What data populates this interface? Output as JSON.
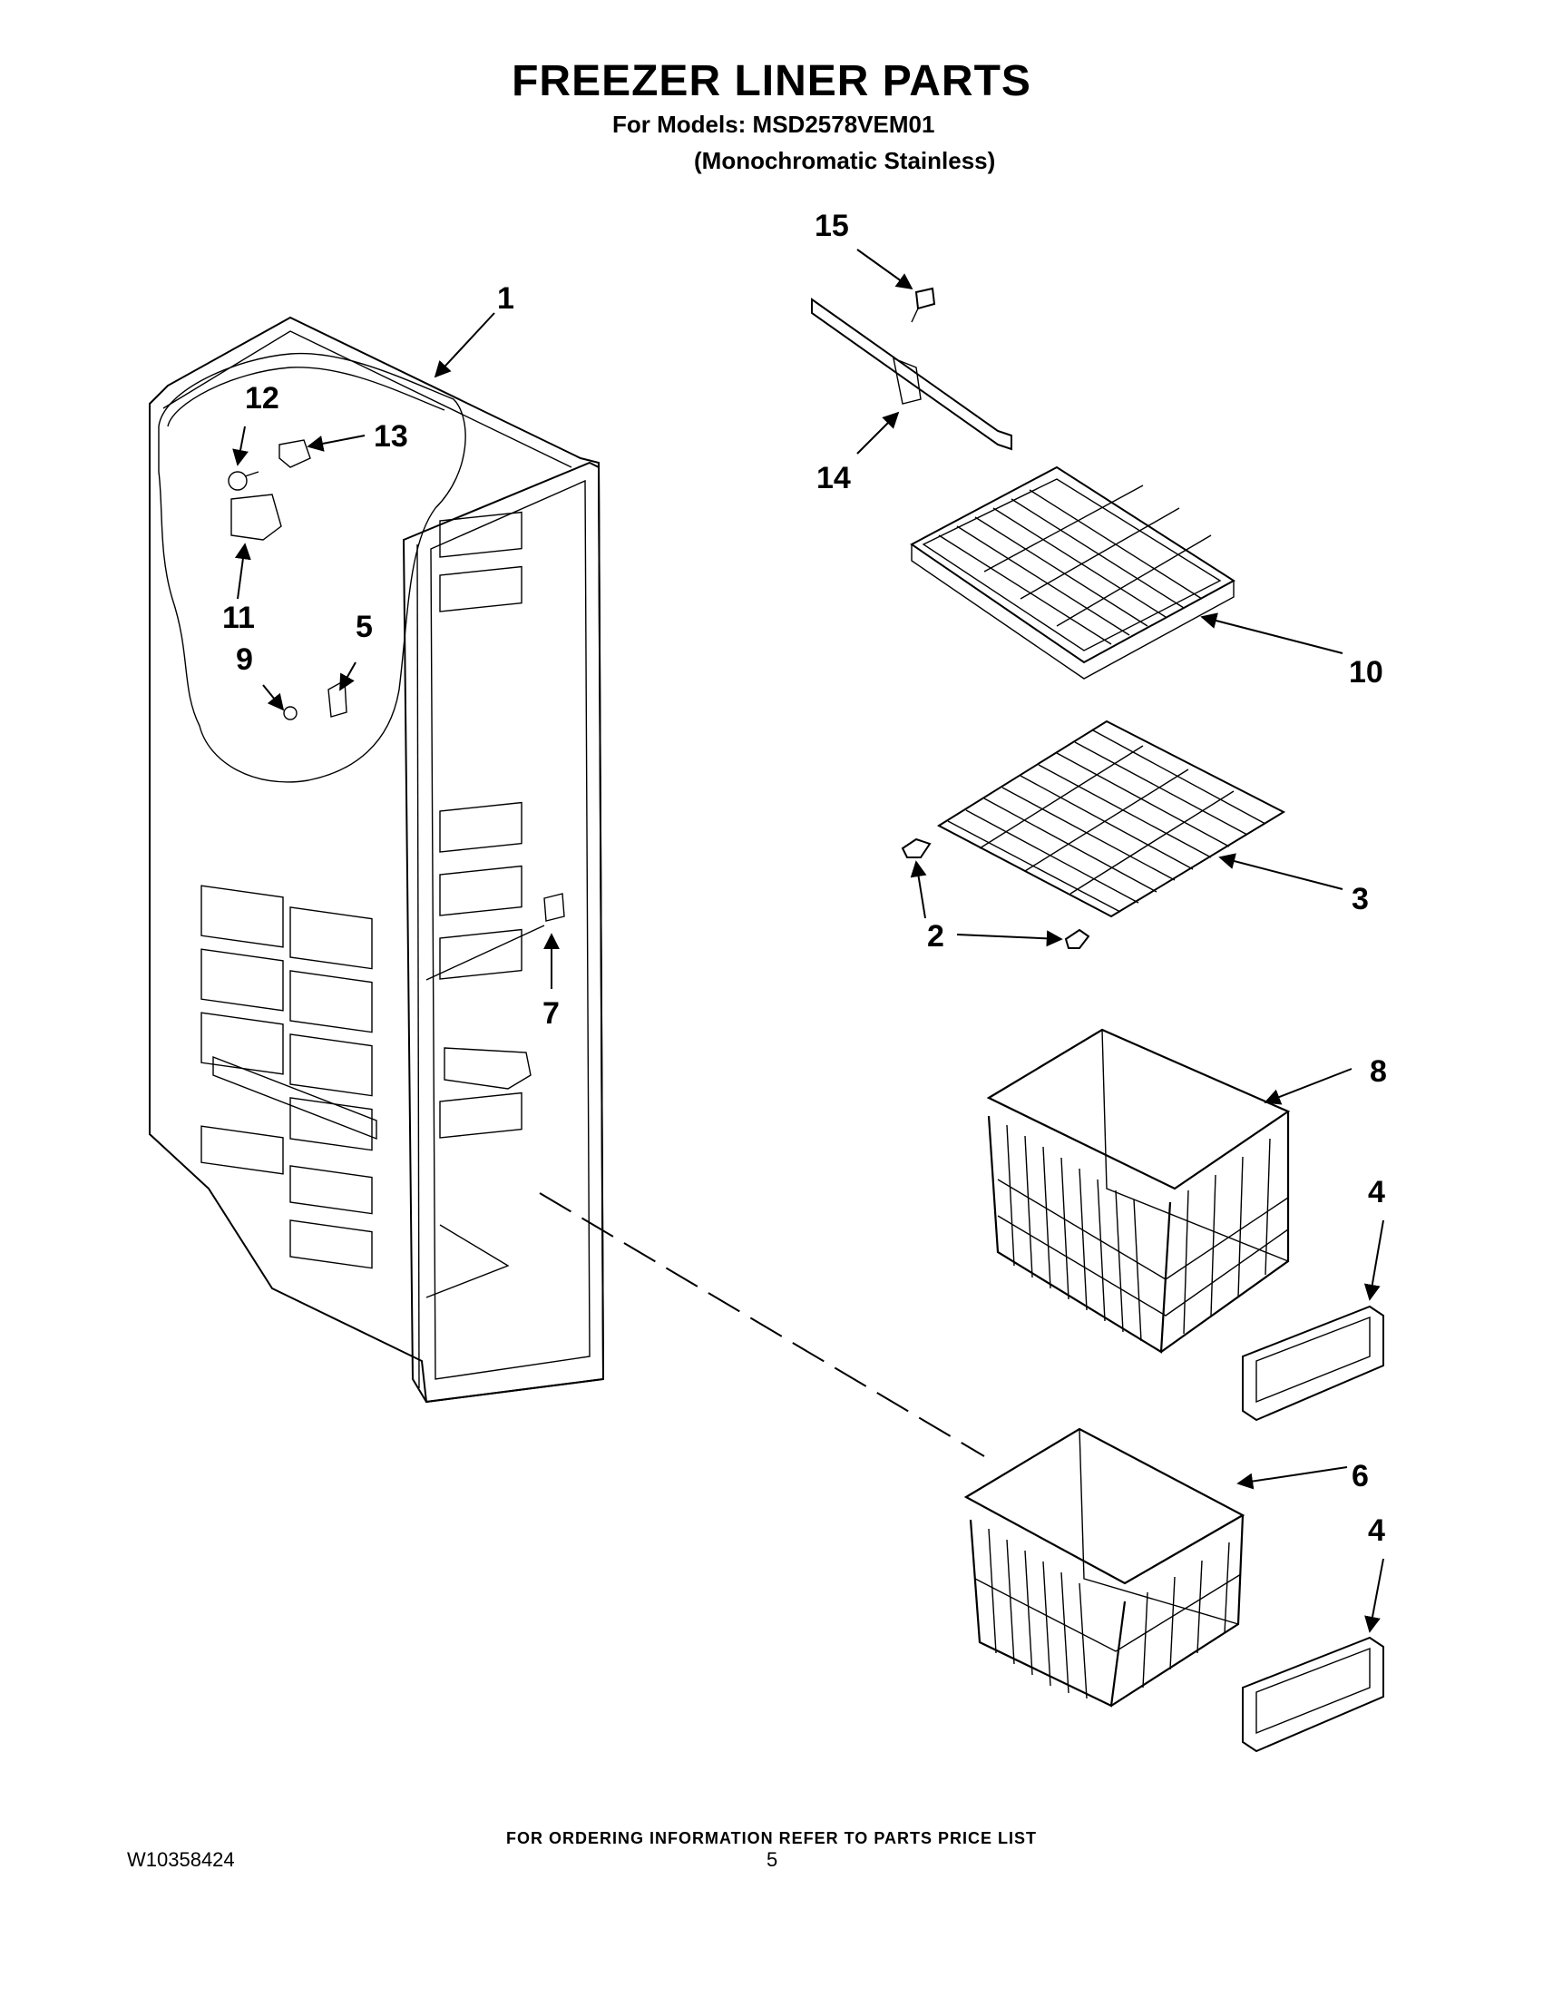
{
  "header": {
    "title": "FREEZER LINER PARTS",
    "models": "For Models: MSD2578VEM01",
    "variant": "(Monochromatic Stainless)"
  },
  "callouts": [
    {
      "id": "c1",
      "label": "1"
    },
    {
      "id": "c2",
      "label": "2"
    },
    {
      "id": "c3",
      "label": "3"
    },
    {
      "id": "c4a",
      "label": "4"
    },
    {
      "id": "c4b",
      "label": "4"
    },
    {
      "id": "c5",
      "label": "5"
    },
    {
      "id": "c6",
      "label": "6"
    },
    {
      "id": "c7",
      "label": "7"
    },
    {
      "id": "c8",
      "label": "8"
    },
    {
      "id": "c9",
      "label": "9"
    },
    {
      "id": "c10",
      "label": "10"
    },
    {
      "id": "c11",
      "label": "11"
    },
    {
      "id": "c12",
      "label": "12"
    },
    {
      "id": "c13",
      "label": "13"
    },
    {
      "id": "c14",
      "label": "14"
    },
    {
      "id": "c15",
      "label": "15"
    }
  ],
  "footer": {
    "note": "FOR ORDERING INFORMATION REFER TO PARTS PRICE LIST",
    "doc_number": "W10358424",
    "page_number": "5"
  }
}
